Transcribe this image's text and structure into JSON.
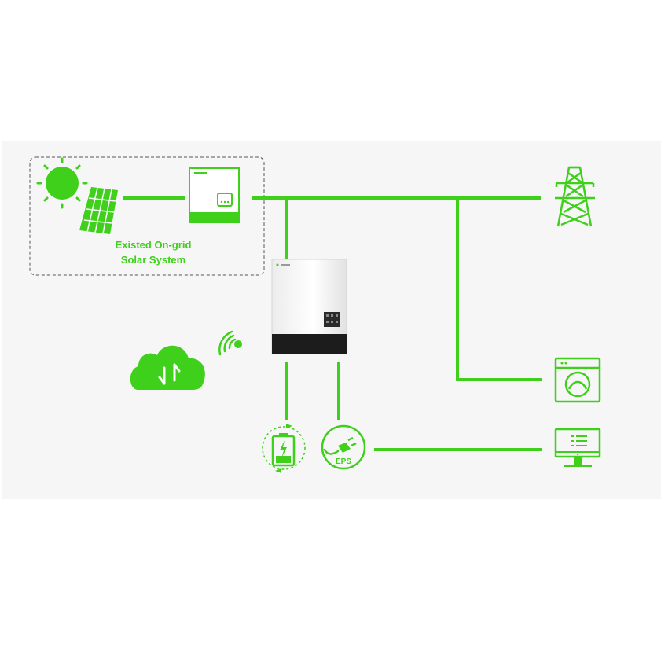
{
  "diagram": {
    "colors": {
      "accent": "#3ed01a",
      "background": "#f6f6f6",
      "inverter_dark": "#1c1c1c"
    },
    "existing_system": {
      "label_line1": "Existed On-grid",
      "label_line2": "Solar System"
    },
    "eps_label": "EPS",
    "icons": [
      "sun-icon",
      "solar-panel-icon",
      "grid-inverter-icon",
      "hybrid-inverter-icon",
      "cloud-sync-icon",
      "wifi-signal-icon",
      "battery-icon",
      "eps-plug-icon",
      "power-tower-icon",
      "washing-machine-icon",
      "computer-monitor-icon"
    ]
  }
}
